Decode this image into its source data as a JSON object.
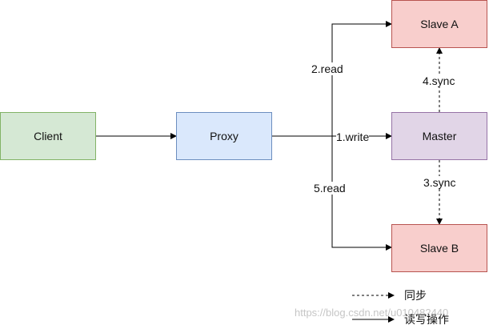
{
  "nodes": {
    "client": {
      "label": "Client",
      "fill": "#d5e8d4",
      "stroke": "#82b366"
    },
    "proxy": {
      "label": "Proxy",
      "fill": "#dae8fc",
      "stroke": "#6c8ebf"
    },
    "master": {
      "label": "Master",
      "fill": "#e1d5e7",
      "stroke": "#9673a6"
    },
    "slave_a": {
      "label": "Slave A",
      "fill": "#f8cecc",
      "stroke": "#b85450"
    },
    "slave_b": {
      "label": "Slave B",
      "fill": "#f8cecc",
      "stroke": "#b85450"
    }
  },
  "edges": {
    "write": "1.write",
    "read_a": "2.read",
    "sync_b": "3.sync",
    "sync_a": "4.sync",
    "read_b": "5.read"
  },
  "legend": {
    "sync": "同步",
    "rw": "读写操作"
  },
  "watermark": "https://blog.csdn.net/u010482440"
}
